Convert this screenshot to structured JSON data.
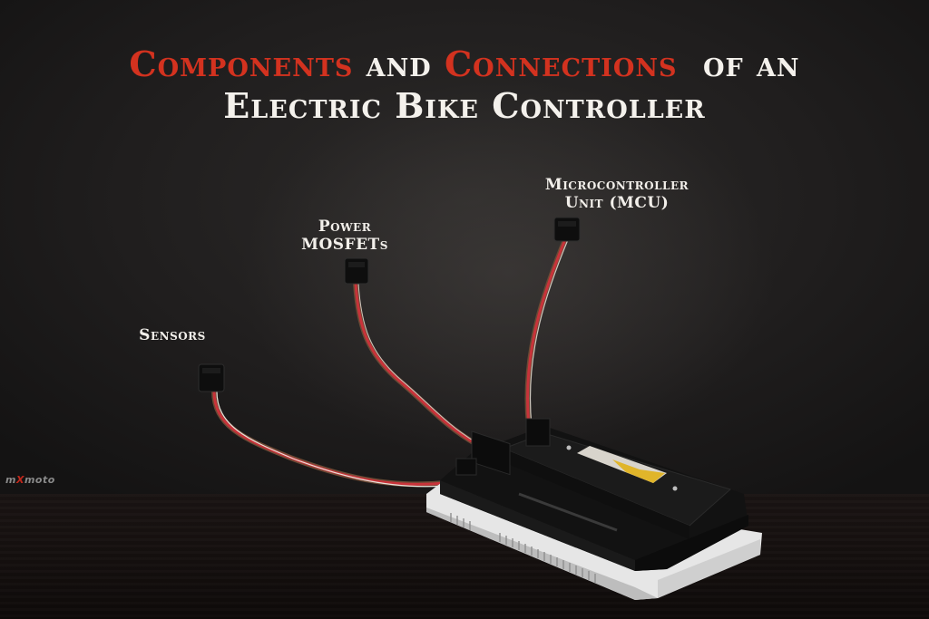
{
  "title": {
    "line1": [
      {
        "text": "Components",
        "color": "#d3321f"
      },
      {
        "text": " and ",
        "color": "#f4f1ec"
      },
      {
        "text": "Connections",
        "color": "#d3321f"
      },
      {
        "text": "  of an",
        "color": "#f4f1ec"
      }
    ],
    "line2": "Electric Bike Controller"
  },
  "labels": {
    "mcu": {
      "line1": "Microcontroller",
      "line2": "Unit (MCU)"
    },
    "mosfets": {
      "line1": "Power",
      "line2": "MOSFETs"
    },
    "sensors": {
      "line1": "Sensors"
    }
  },
  "watermark": {
    "prefix": "m",
    "accent": "X",
    "suffix": "moto"
  },
  "colors": {
    "accent_red": "#d3321f",
    "text_white": "#f4f1ec",
    "background": "#1f1d1d",
    "wire_red": "#c8333a",
    "wire_brown": "#6b4a35",
    "controller_body": "#121212",
    "heatsink": "#e8e8e8",
    "label_yellow": "#e0b52a"
  }
}
